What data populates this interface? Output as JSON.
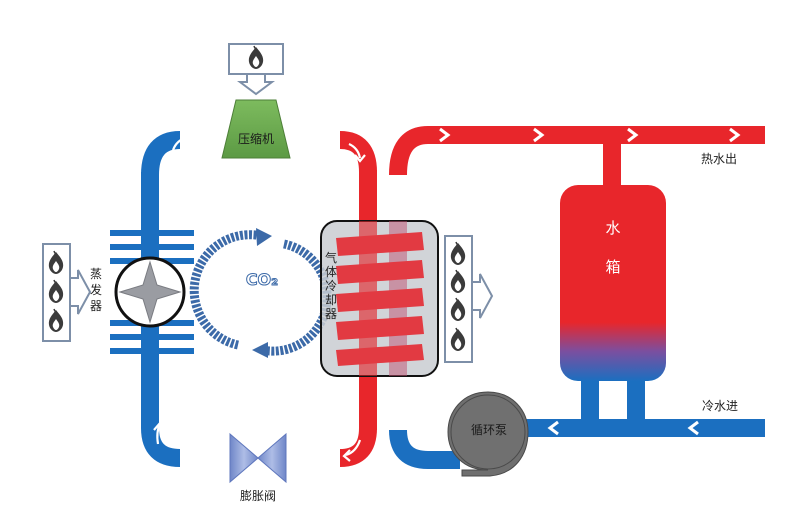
{
  "labels": {
    "compressor": "压缩机",
    "evaporator": [
      "蒸",
      "发",
      "器"
    ],
    "gas_cooler": [
      "气",
      "体",
      "冷",
      "却",
      "器"
    ],
    "expansion_valve": "膨胀阀",
    "refrigerant": "CO₂",
    "tank": [
      "水",
      "箱"
    ],
    "pump": "循环泵",
    "hot_water_out": "热水出",
    "cold_water_in": "冷水进"
  },
  "colors": {
    "hot": "#e8262b",
    "cold": "#1b6fc0",
    "compressor": "#6aa84f",
    "valve": "#8fa4d8",
    "cooler_box": "#c9ccd1",
    "pump": "#6f6f6f"
  },
  "icons": {
    "heat_in_top": "flame-icon",
    "heat_in_left": "flame-icon",
    "heat_out_right": "flame-icon",
    "rotation": "circular-arrows-icon"
  }
}
